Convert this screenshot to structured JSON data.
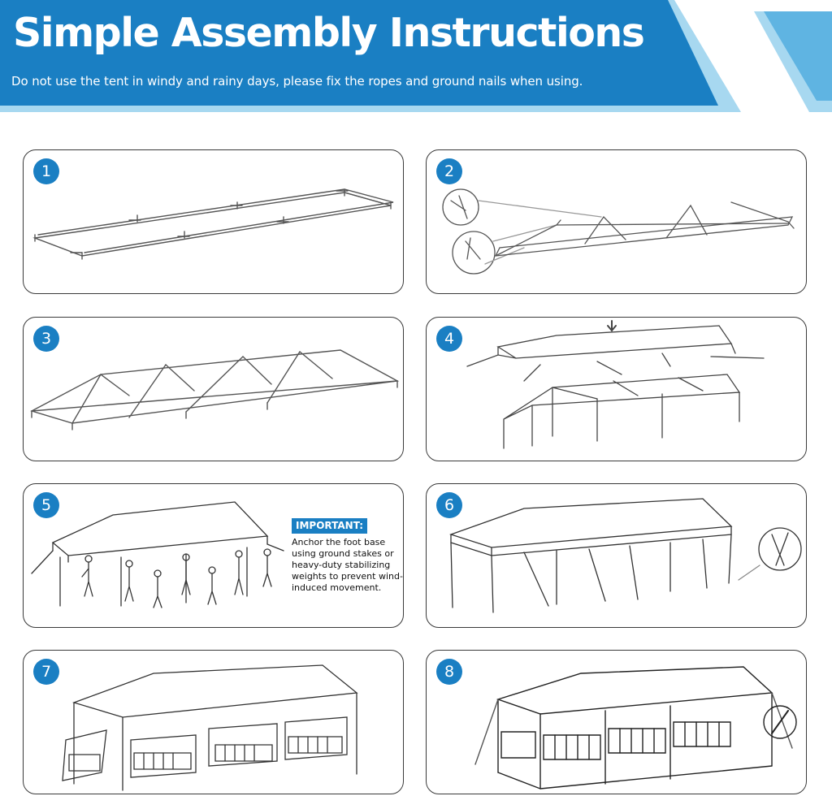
{
  "header": {
    "title": "Simple Assembly Instructions",
    "subtitle": "Do not use the tent in windy and rainy days, please fix the ropes and ground nails when using.",
    "colors": {
      "banner": "#1a7fc3",
      "accent_light": "#a7d8f0",
      "accent_mid": "#5fb4e2"
    }
  },
  "steps": [
    {
      "number": "1",
      "illustration": "frame-base-icon"
    },
    {
      "number": "2",
      "illustration": "frame-rafters-icon"
    },
    {
      "number": "3",
      "illustration": "frame-roof-icon"
    },
    {
      "number": "4",
      "illustration": "canopy-cover-icon"
    },
    {
      "number": "5",
      "illustration": "raise-tent-icon",
      "note": {
        "title": "IMPORTANT:",
        "text": "Anchor the foot base using ground stakes or heavy-duty stabilizing weights to prevent wind-induced movement."
      }
    },
    {
      "number": "6",
      "illustration": "tent-standing-icon"
    },
    {
      "number": "7",
      "illustration": "side-walls-icon"
    },
    {
      "number": "8",
      "illustration": "completed-tent-icon"
    }
  ]
}
